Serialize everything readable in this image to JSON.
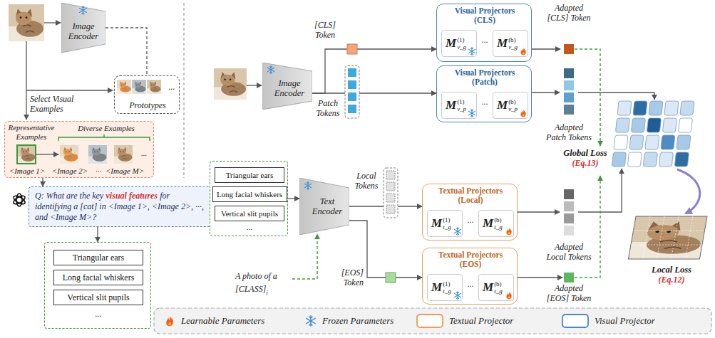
{
  "diagram": {
    "nodes": [
      {
        "text": [
          "Image Encoder"
        ]
      },
      {
        "text": [
          "...",
          "Prototypes"
        ]
      },
      {
        "text": [
          "Representative Examples",
          "Diverse Examples",
          "<Image 1>",
          "<Image 2>",
          "···",
          "<Image M>",
          "..."
        ]
      },
      {
        "text": [
          "Q: What are the key",
          "visual features",
          "for identifying a [cat] in <Image 1>, <Image 2>, ···, and <Image M>?"
        ]
      },
      {
        "text": [
          "..."
        ]
      },
      {
        "text": [
          "Triangular ears"
        ],
        "in": 4
      },
      {
        "text": [
          "Long facial whiskers"
        ],
        "in": 4
      },
      {
        "text": [
          "Vertical slit pupils"
        ],
        "in": 4
      },
      {
        "text": [
          "Image Encoder"
        ]
      },
      {
        "text": [
          "Visual Projectors (CLS)",
          "..."
        ]
      },
      {
        "text": [
          "M",
          "(1)",
          "v_g"
        ],
        "in": 9
      },
      {
        "text": [
          "M",
          "(b)",
          "v_g"
        ],
        "in": 9
      },
      {
        "text": [
          "Visual Projectors (Patch)",
          "..."
        ]
      },
      {
        "text": [
          "M",
          "(1)",
          "v_p"
        ],
        "in": 12
      },
      {
        "text": [
          "M",
          "(b)",
          "v_p"
        ],
        "in": 12
      },
      {
        "text": [
          "..."
        ]
      },
      {
        "text": [
          "Triangular ears"
        ],
        "in": 15
      },
      {
        "text": [
          "Long facial whiskers"
        ],
        "in": 15
      },
      {
        "text": [
          "Vertical slit pupils"
        ],
        "in": 15
      },
      {
        "text": [
          "Text Encoder"
        ]
      },
      {
        "text": [
          "Textual Projectors (Local)",
          "..."
        ]
      },
      {
        "text": [
          "M",
          "(1)",
          "t_g"
        ],
        "in": 20
      },
      {
        "text": [
          "M",
          "(b)",
          "t_g"
        ],
        "in": 20
      },
      {
        "text": [
          "Textual Projectors (EOS)",
          "..."
        ]
      },
      {
        "text": [
          "M",
          "(1)",
          "t_g"
        ],
        "in": 23
      },
      {
        "text": [
          "M",
          "(b)",
          "t_g"
        ],
        "in": 23
      }
    ],
    "edges": [
      {
        "from": 0,
        "to": 1,
        "arrow": "none"
      },
      {
        "from": 2,
        "to": 3,
        "arrow": "to"
      },
      {
        "from": 3,
        "to": 4,
        "arrow": "to"
      },
      {
        "from": 8,
        "to": 9,
        "arrow": "to"
      },
      {
        "from": 8,
        "to": 12,
        "arrow": "to"
      },
      {
        "from": 15,
        "to": 19,
        "arrow": "to"
      },
      {
        "from": 19,
        "to": 20,
        "arrow": "to"
      },
      {
        "from": 19,
        "to": 23,
        "arrow": "to"
      }
    ],
    "labels": [
      "Select Visual Examples",
      "[CLS] Token",
      "Patch Tokens",
      "Adapted [CLS] Token",
      "Adapted Patch Tokens",
      "Local Tokens",
      "[EOS] Token",
      "Adapted Local Tokens",
      "Adapted [EOS] Token",
      "A photo of a [CLASS]",
      "i",
      "Global Loss",
      "(Eq.13)",
      "Local Loss",
      "(Eq.12)"
    ],
    "legend": [
      {
        "text": "Learnable Parameters"
      },
      {
        "text": "Frozen Parameters"
      },
      {
        "text": "Textual Projector"
      },
      {
        "text": "Visual Projector"
      }
    ]
  }
}
